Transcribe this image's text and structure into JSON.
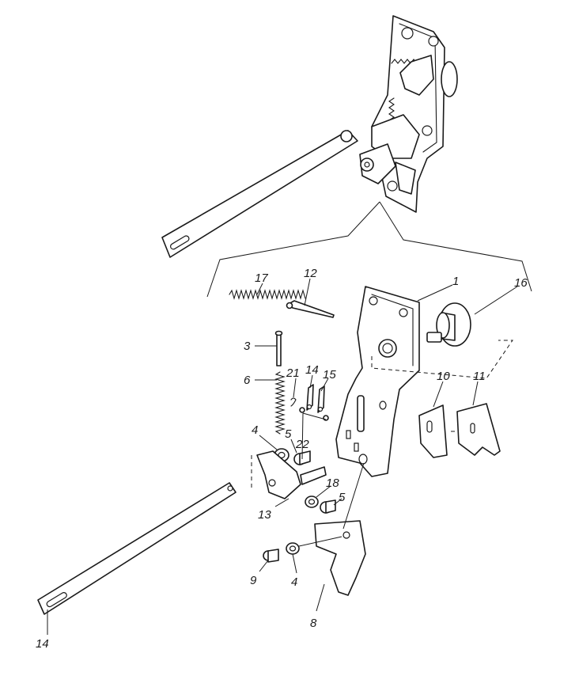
{
  "callouts": {
    "c1": "1",
    "c3": "3",
    "c4a": "4",
    "c4b": "4",
    "c5a": "5",
    "c5b": "5",
    "c6": "6",
    "c8": "8",
    "c9": "9",
    "c10": "10",
    "c11": "11",
    "c12": "12",
    "c13": "13",
    "c14a": "14",
    "c14b": "14",
    "c15": "15",
    "c16": "16",
    "c17": "17",
    "c18": "18",
    "c21": "21",
    "c22": "22"
  }
}
